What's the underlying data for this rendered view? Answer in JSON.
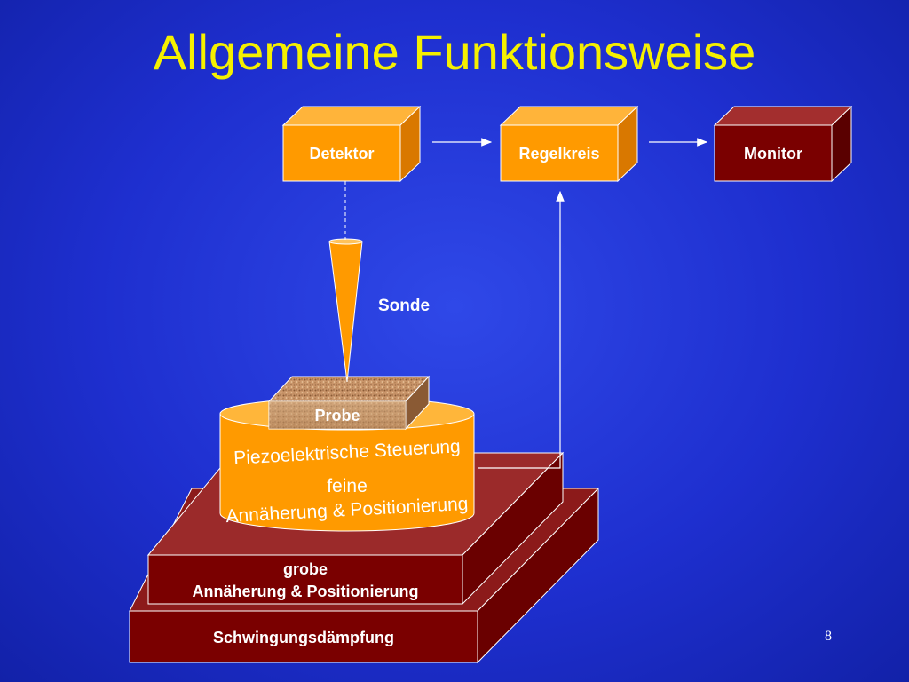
{
  "slide": {
    "title": "Allgemeine Funktionsweise",
    "page_number": "8"
  },
  "blocks": {
    "detektor": "Detektor",
    "regelkreis": "Regelkreis",
    "monitor": "Monitor"
  },
  "sonde": "Sonde",
  "probe": "Probe",
  "piezo": {
    "line1": "Piezoelektrische Steuerung",
    "line2": "feine",
    "line3": "Annäherung & Positionierung"
  },
  "grobe": {
    "line1": "grobe",
    "line2": "Annäherung & Positionierung"
  },
  "base": "Schwingungsdämpfung",
  "colors": {
    "background": "#1e2fcf",
    "title": "#f5f000",
    "orange": "#ff9a00",
    "dark_red": "#7a0000",
    "brown_red": "#9b2a2a"
  }
}
